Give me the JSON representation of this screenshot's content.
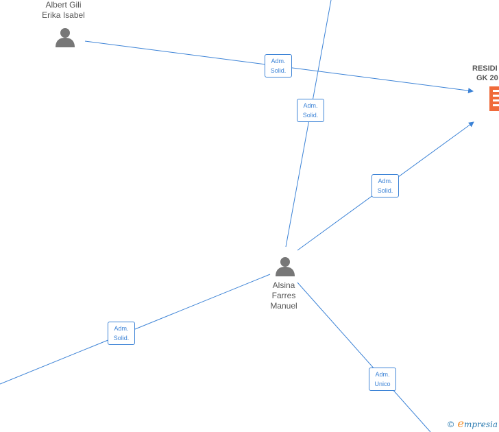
{
  "nodes": {
    "albert": {
      "line1": "Albert Gili",
      "line2": "Erika Isabel"
    },
    "alsina": {
      "line1": "Alsina",
      "line2": "Farres",
      "line3": "Manuel"
    },
    "company": {
      "line1": "RESIDI",
      "line2": "GK 20"
    }
  },
  "edge_labels": [
    {
      "line1": "Adm.",
      "line2": "Solid."
    },
    {
      "line1": "Adm.",
      "line2": "Solid."
    },
    {
      "line1": "Adm.",
      "line2": "Solid."
    },
    {
      "line1": "Adm.",
      "line2": "Solid."
    },
    {
      "line1": "Adm.",
      "line2": "Unico"
    }
  ],
  "watermark": {
    "copyright": "©",
    "brand_initial": "e",
    "brand_rest": "mpresia"
  },
  "colors": {
    "edge": "#3b82d6",
    "person_icon": "#777777",
    "company_icon": "#f06a3a"
  }
}
